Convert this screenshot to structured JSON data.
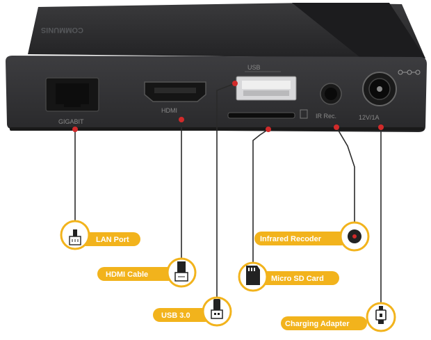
{
  "colors": {
    "accent": "#f2b31c",
    "device": "#2d2d2f",
    "line": "#2a2a2a",
    "dot": "#d12a2a"
  },
  "device": {
    "brand_text": "COMMUNIS",
    "port_labels": {
      "lan": "GIGABIT",
      "hdmi": "HDMI",
      "usb": "USB",
      "ir": "IR Rec.",
      "power": "12V/1A"
    }
  },
  "callouts": [
    {
      "id": "lan",
      "label": "LAN Port",
      "icon": "ethernet-plug-icon"
    },
    {
      "id": "hdmi",
      "label": "HDMI Cable",
      "icon": "hdmi-plug-icon"
    },
    {
      "id": "usb",
      "label": "USB 3.0",
      "icon": "usb-plug-icon"
    },
    {
      "id": "ir",
      "label": "Infrared Recoder",
      "icon": "ir-sensor-icon"
    },
    {
      "id": "sd",
      "label": "Micro SD Card",
      "icon": "sd-card-icon"
    },
    {
      "id": "power",
      "label": "Charging Adapter",
      "icon": "power-plug-icon"
    }
  ]
}
